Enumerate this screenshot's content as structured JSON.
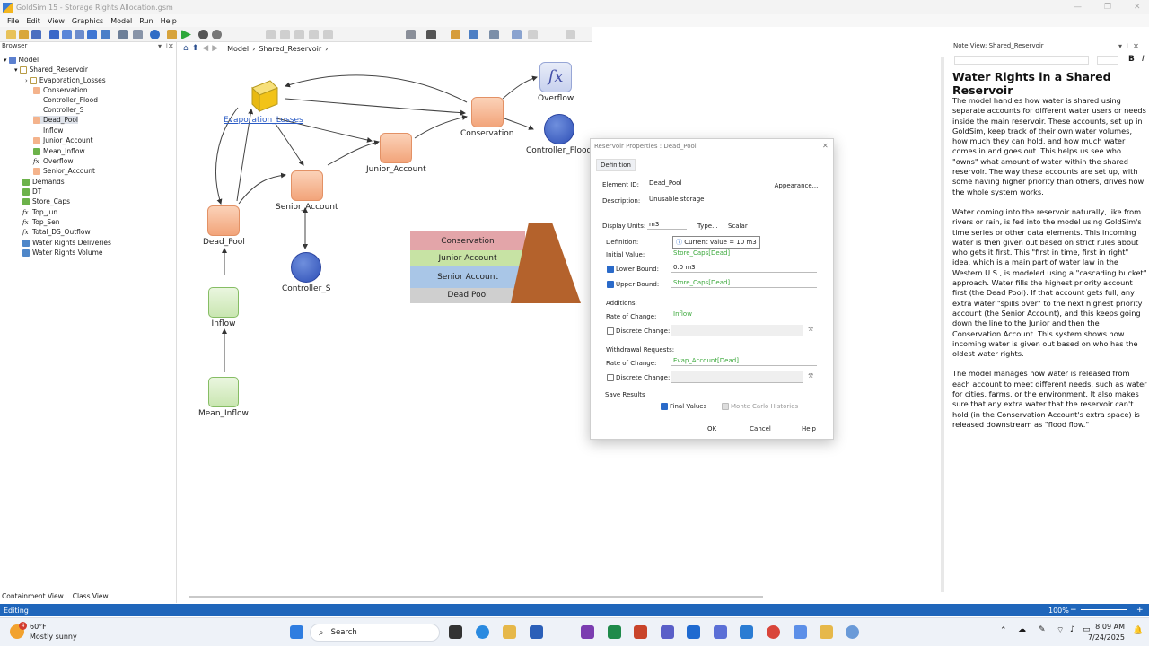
{
  "window": {
    "title": "GoldSim 15 - Storage Rights Allocation.gsm"
  },
  "menu": [
    "File",
    "Edit",
    "View",
    "Graphics",
    "Model",
    "Run",
    "Help"
  ],
  "browser": {
    "title": "Browser",
    "items": [
      "Model",
      "Shared_Reservoir",
      "Evaporation_Losses",
      "Conservation",
      "Controller_Flood",
      "Controller_S",
      "Dead_Pool",
      "Inflow",
      "Junior_Account",
      "Mean_Inflow",
      "Overflow",
      "Senior_Account",
      "Demands",
      "DT",
      "Store_Caps",
      "Top_Jun",
      "Top_Sen",
      "Total_DS_Outflow",
      "Water Rights Deliveries",
      "Water Rights Volume"
    ],
    "tabs": [
      "Containment View",
      "Class View"
    ]
  },
  "breadcrumb": [
    "Model",
    "Shared_Reservoir"
  ],
  "nodes": {
    "evap": "Evaporation_Losses",
    "conservation": "Conservation",
    "overflow": "Overflow",
    "controller_flood": "Controller_Flood",
    "junior": "Junior_Account",
    "senior": "Senior_Account",
    "dead": "Dead_Pool",
    "controller_s": "Controller_S",
    "inflow": "Inflow",
    "mean_inflow": "Mean_Inflow"
  },
  "fx_symbol": "fx",
  "legend": [
    "Conservation",
    "Junior Account",
    "Senior Account",
    "Dead Pool"
  ],
  "dialog": {
    "title": "Reservoir Properties : Dead_Pool",
    "tab": "Definition",
    "element_id_label": "Element ID:",
    "element_id": "Dead_Pool",
    "appearance": "Appearance...",
    "description_label": "Description:",
    "description": "Unusable storage",
    "display_units_label": "Display Units:",
    "display_units": "m3",
    "type": "Type...",
    "scalar": "Scalar",
    "definition_label": "Definition:",
    "current_value": "Current Value = 10 m3",
    "initial_value_label": "Initial Value:",
    "initial_value": "Store_Caps[Dead]",
    "lower_bound_label": "Lower Bound:",
    "lower_bound": "0.0 m3",
    "upper_bound_label": "Upper Bound:",
    "upper_bound": "Store_Caps[Dead]",
    "additions_label": "Additions:",
    "rate_label": "Rate of Change:",
    "rate_value": "Inflow",
    "discrete_label": "Discrete Change:",
    "withdrawal_label": "Withdrawal Requests:",
    "withdraw_rate_label": "Rate of Change:",
    "withdraw_rate_value": "Evap_Account[Dead]",
    "discrete2_label": "Discrete Change:",
    "save_results": "Save Results",
    "final_values": "Final Values",
    "monte_carlo": "Monte Carlo Histories",
    "ok": "OK",
    "cancel": "Cancel",
    "help": "Help"
  },
  "note": {
    "title": "Note View: Shared_Reservoir",
    "heading": "Water Rights in a Shared Reservoir",
    "p1": "The model handles how water is shared using separate accounts for different water users or needs inside the main reservoir. These accounts, set up in GoldSim, keep track of their own water volumes, how much they can hold, and how much water comes in and goes out. This helps us see who \"owns\" what amount of water within the shared reservoir. The way these accounts are set up, with some having higher priority than others, drives how the whole system works.",
    "p2": "Water coming into the reservoir naturally, like from rivers or rain, is fed into the model using GoldSim's time series or other data elements. This incoming water is then given out based on strict rules about who gets it first. This \"first in time, first in right\" idea, which is a main part of water law in the Western U.S., is modeled using a \"cascading bucket\" approach. Water fills the highest priority account first (the Dead Pool). If that account gets full, any extra water \"spills over\" to the next highest priority account (the Senior Account), and this keeps going down the line to the Junior and then the Conservation Account. This system shows how incoming water is given out based on who has the oldest water rights.",
    "p3": "The model manages how water is released from each account to meet different needs, such as water for cities, farms, or the environment. It also makes sure that any extra water that the reservoir can't hold (in the Conservation Account's extra space) is released downstream as \"flood flow.\""
  },
  "status": {
    "left": "Editing",
    "zoom": "100%"
  },
  "taskbar": {
    "temp": "60°F",
    "weather": "Mostly sunny",
    "badge": "4",
    "search": "Search",
    "time": "8:09 AM",
    "date": "7/24/2025"
  }
}
